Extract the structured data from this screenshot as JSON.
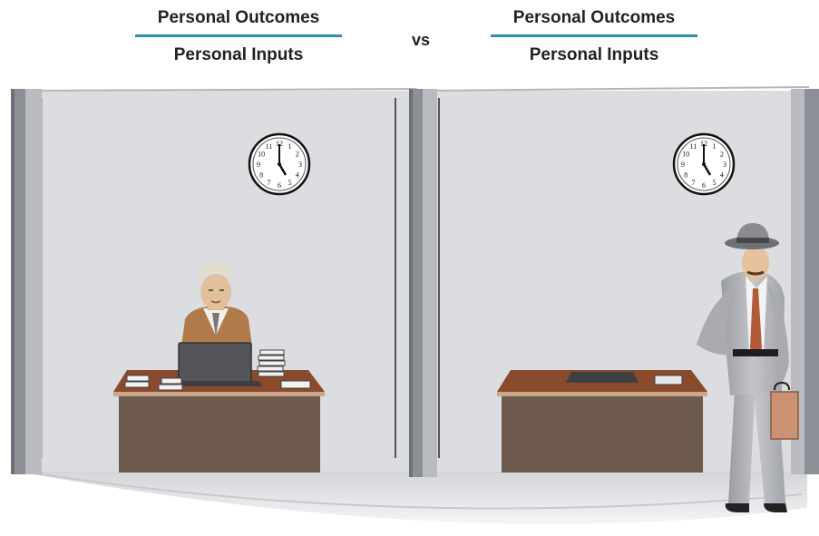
{
  "left_ratio": {
    "numerator": "Personal Outcomes",
    "denominator": "Personal Inputs"
  },
  "separator": "vs",
  "right_ratio": {
    "numerator": "Personal Outcomes",
    "denominator": "Personal Inputs"
  },
  "clock_numbers": [
    "12",
    "1",
    "2",
    "3",
    "4",
    "5",
    "6",
    "7",
    "8",
    "9",
    "10",
    "11"
  ],
  "colors": {
    "accent_line": "#2b8fa6",
    "wall": "#dcdde0",
    "floor": "#e4e5e8",
    "desk_top": "#8a4a2c",
    "desk_body": "#6e5a4c",
    "pillar": "#8c8f96"
  },
  "icons": [
    "clock-icon",
    "laptop-icon",
    "document-stack-icon",
    "briefcase-icon",
    "hat-icon"
  ]
}
